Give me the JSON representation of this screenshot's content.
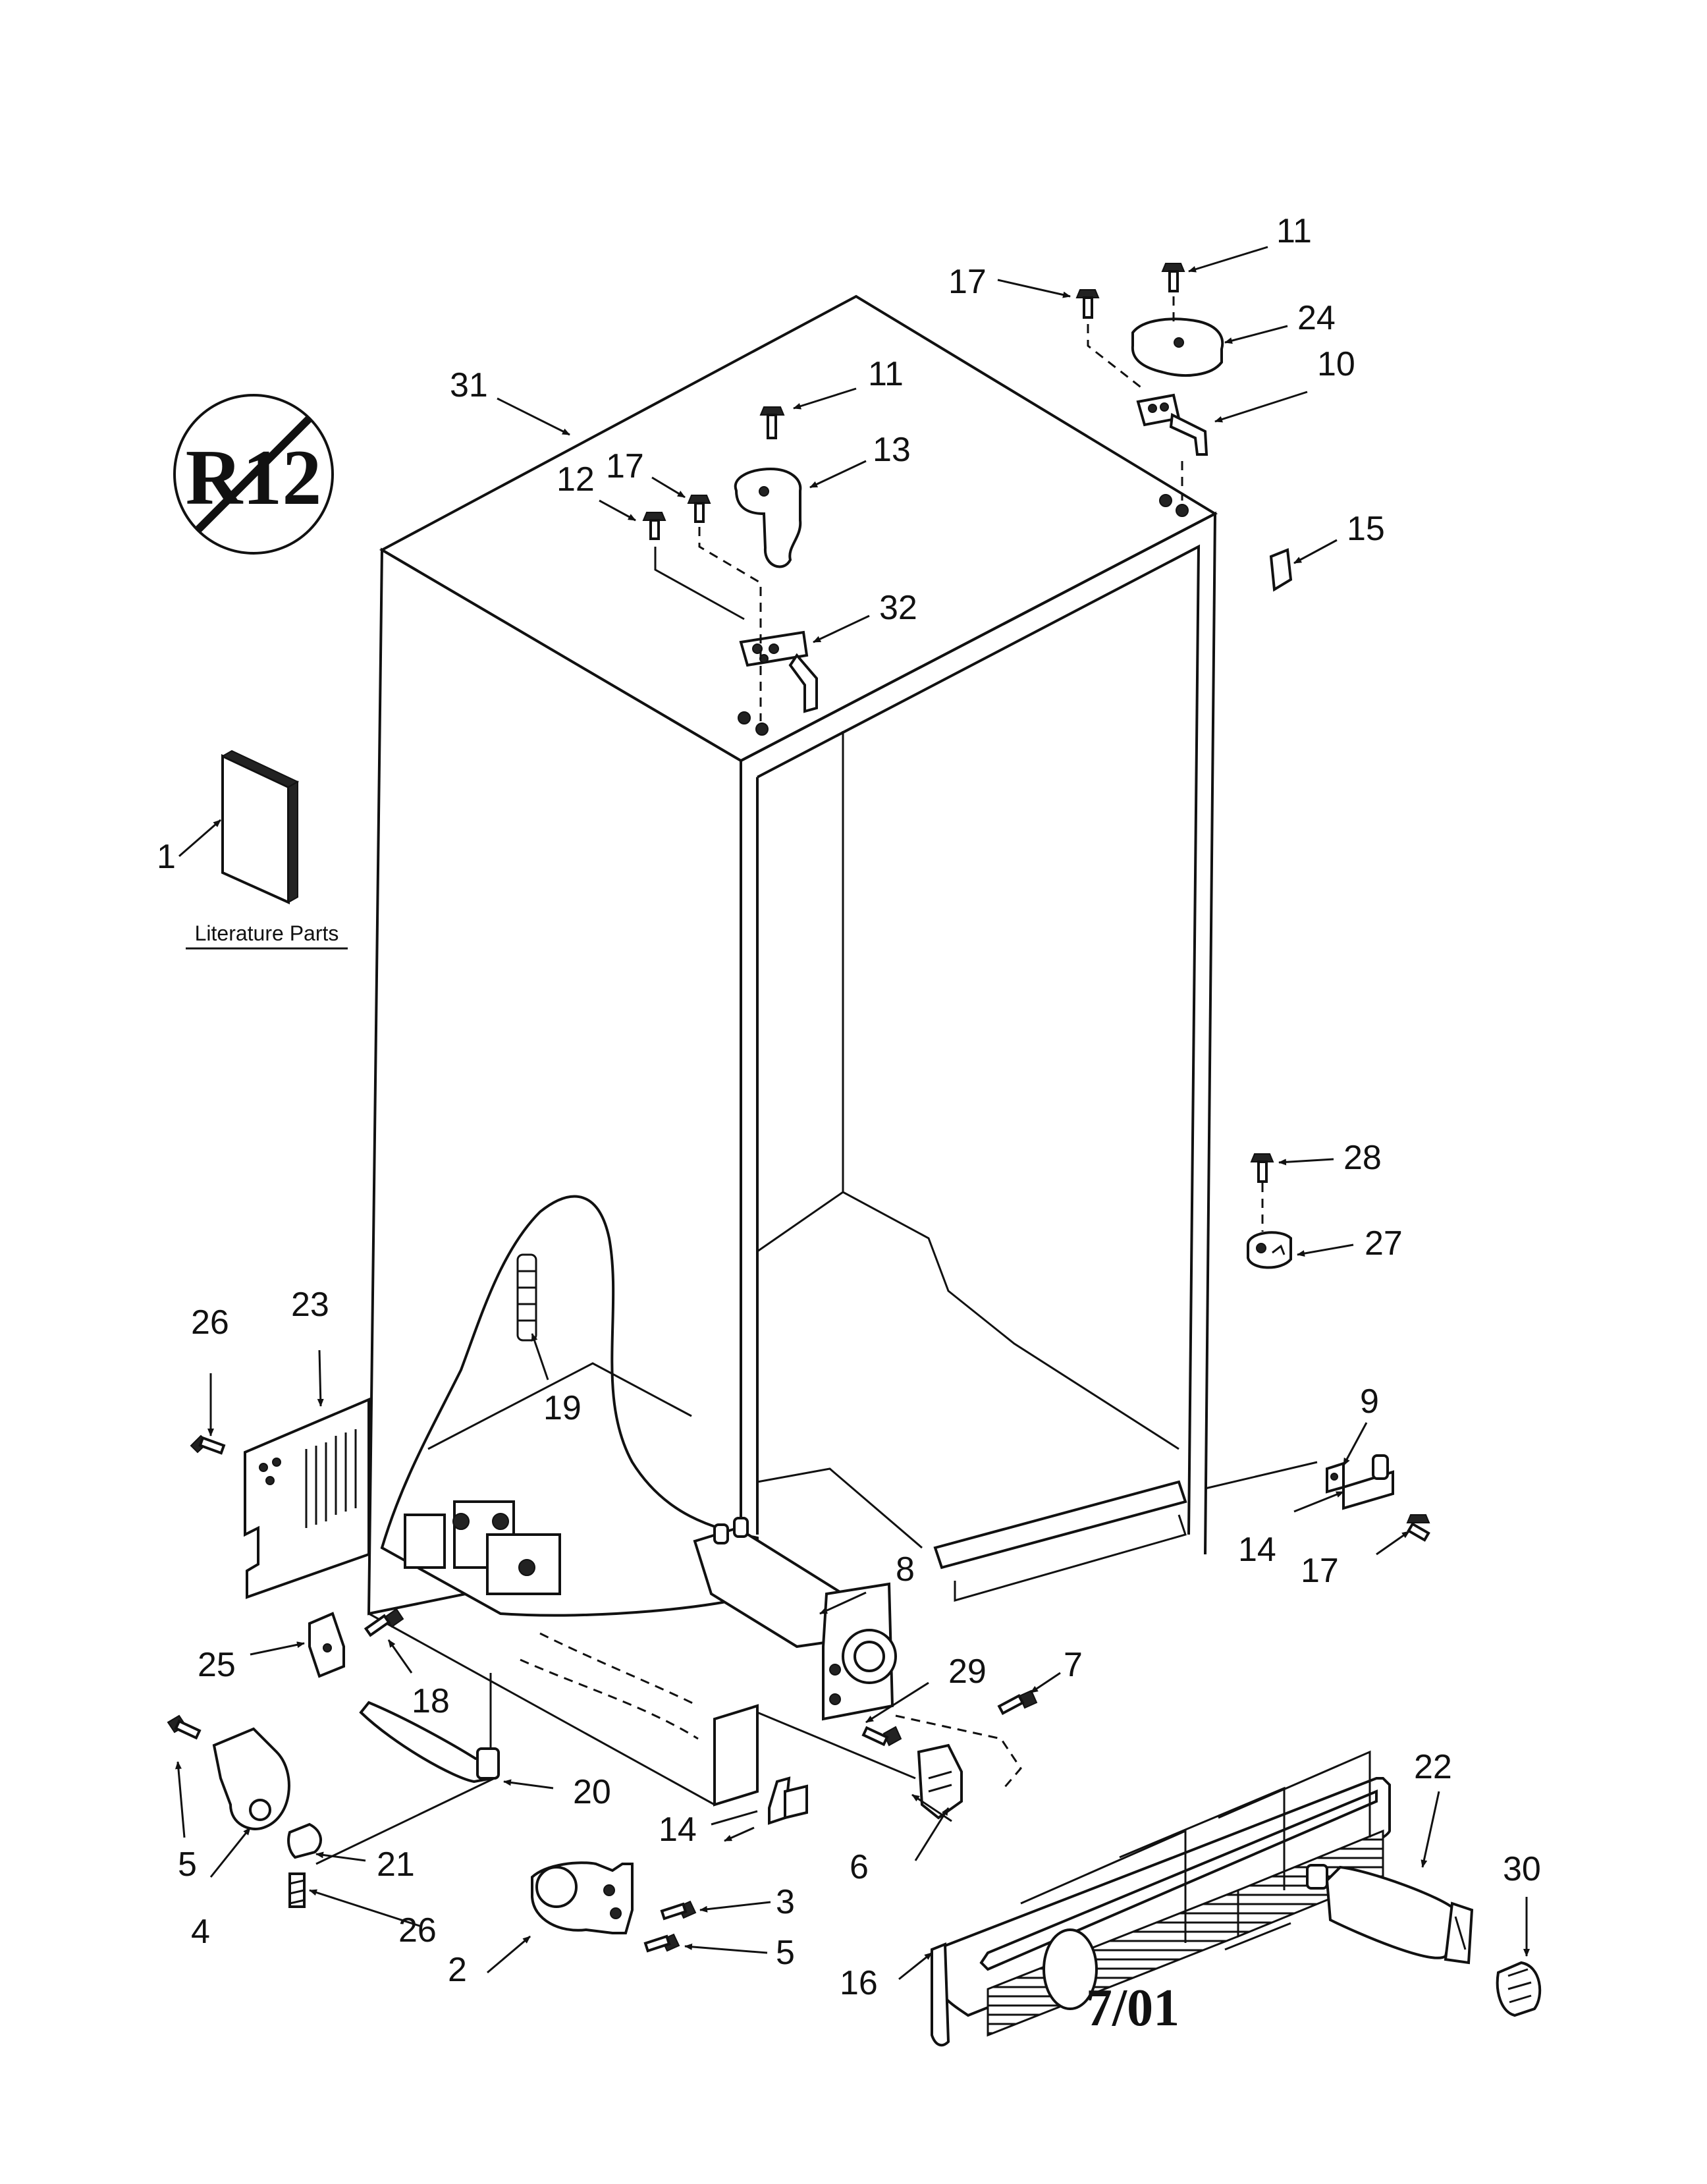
{
  "symbol": {
    "label": "R12",
    "meaning": "no-symbol"
  },
  "literature_label": "Literature Parts",
  "revision_date": "7/01",
  "callouts": [
    {
      "id": "c1",
      "text": "1"
    },
    {
      "id": "c2",
      "text": "2"
    },
    {
      "id": "c3",
      "text": "3"
    },
    {
      "id": "c4",
      "text": "4"
    },
    {
      "id": "c5a",
      "text": "5"
    },
    {
      "id": "c5b",
      "text": "5"
    },
    {
      "id": "c6",
      "text": "6"
    },
    {
      "id": "c7",
      "text": "7"
    },
    {
      "id": "c8",
      "text": "8"
    },
    {
      "id": "c9",
      "text": "9"
    },
    {
      "id": "c10",
      "text": "10"
    },
    {
      "id": "c11a",
      "text": "11"
    },
    {
      "id": "c11b",
      "text": "11"
    },
    {
      "id": "c12",
      "text": "12"
    },
    {
      "id": "c13",
      "text": "13"
    },
    {
      "id": "c14a",
      "text": "14"
    },
    {
      "id": "c14b",
      "text": "14"
    },
    {
      "id": "c15",
      "text": "15"
    },
    {
      "id": "c16",
      "text": "16"
    },
    {
      "id": "c17a",
      "text": "17"
    },
    {
      "id": "c17b",
      "text": "17"
    },
    {
      "id": "c17c",
      "text": "17"
    },
    {
      "id": "c18",
      "text": "18"
    },
    {
      "id": "c19",
      "text": "19"
    },
    {
      "id": "c20",
      "text": "20"
    },
    {
      "id": "c21",
      "text": "21"
    },
    {
      "id": "c22",
      "text": "22"
    },
    {
      "id": "c23",
      "text": "23"
    },
    {
      "id": "c24",
      "text": "24"
    },
    {
      "id": "c25",
      "text": "25"
    },
    {
      "id": "c26a",
      "text": "26"
    },
    {
      "id": "c26b",
      "text": "26"
    },
    {
      "id": "c27",
      "text": "27"
    },
    {
      "id": "c28",
      "text": "28"
    },
    {
      "id": "c29",
      "text": "29"
    },
    {
      "id": "c30",
      "text": "30"
    },
    {
      "id": "c31",
      "text": "31"
    },
    {
      "id": "c32",
      "text": "32"
    }
  ]
}
